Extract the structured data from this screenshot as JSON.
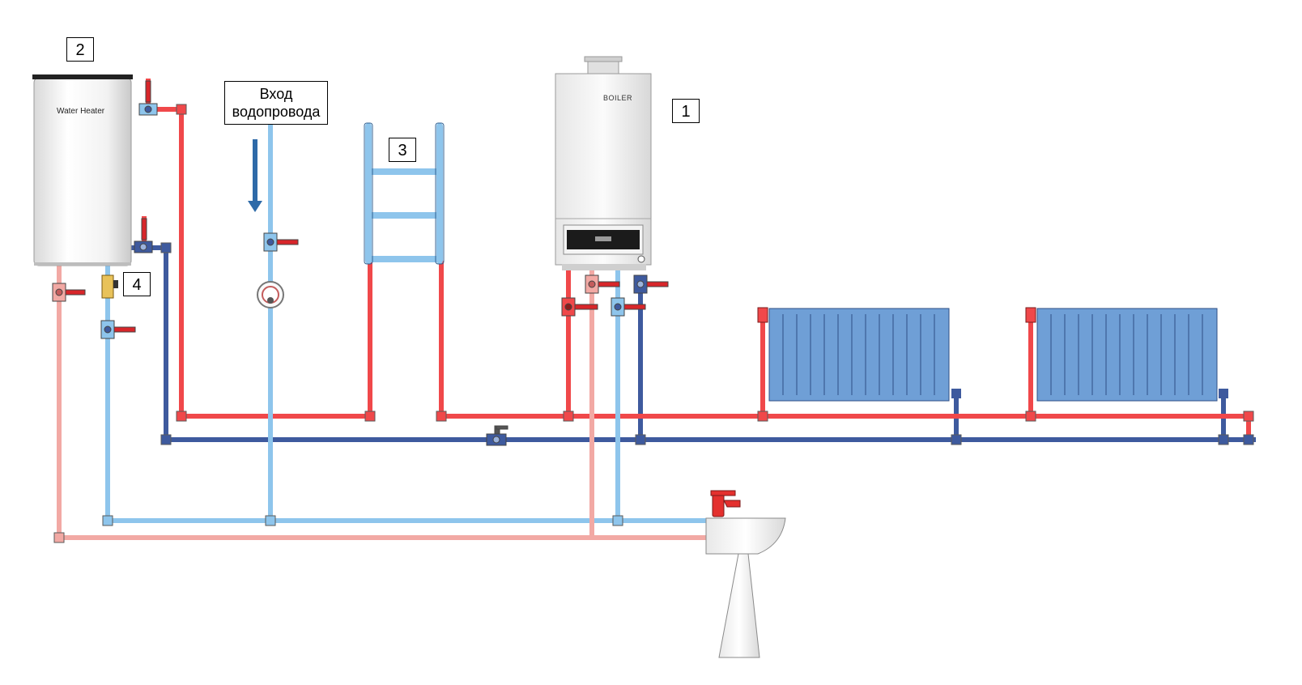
{
  "labels": {
    "boiler_number": "1",
    "water_heater_number": "2",
    "towel_rail_number": "3",
    "safety_valve_number": "4",
    "inlet_line1": "Вход",
    "inlet_line2": "водопровода",
    "water_heater_text": "Water Heater",
    "boiler_text": "BOILER"
  },
  "colors": {
    "hot_supply": "#f0484a",
    "hot_water": "#f2a9a4",
    "cold_water": "#8ec5ec",
    "return": "#3e5a9e",
    "valve_handle": "#d8262a",
    "radiator": "#6f9fd6",
    "inlet_arrow": "#2e6aa8"
  },
  "components": [
    "water-heater",
    "boiler",
    "towel-rail",
    "radiator",
    "radiator",
    "sink",
    "water-meter",
    "safety-valve"
  ]
}
